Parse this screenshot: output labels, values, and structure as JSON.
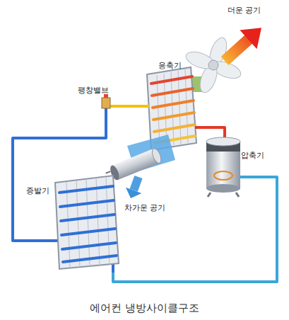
{
  "diagram": {
    "caption": "에어컨 냉방사이클구조",
    "nodes": [
      {
        "text": [
          "응축기"
        ]
      },
      {
        "text": [
          "팽창밸브"
        ]
      },
      {
        "text": [
          "압축기"
        ]
      },
      {
        "text": [
          "증발기"
        ]
      }
    ],
    "edges": [
      {
        "from": 2,
        "to": 0,
        "arrow": "none"
      },
      {
        "from": 0,
        "to": 1,
        "arrow": "none"
      },
      {
        "from": 1,
        "to": 3,
        "arrow": "none"
      },
      {
        "from": 3,
        "to": 2,
        "arrow": "none"
      }
    ],
    "labels": [
      "더운 공기",
      "차가운 공기"
    ]
  }
}
